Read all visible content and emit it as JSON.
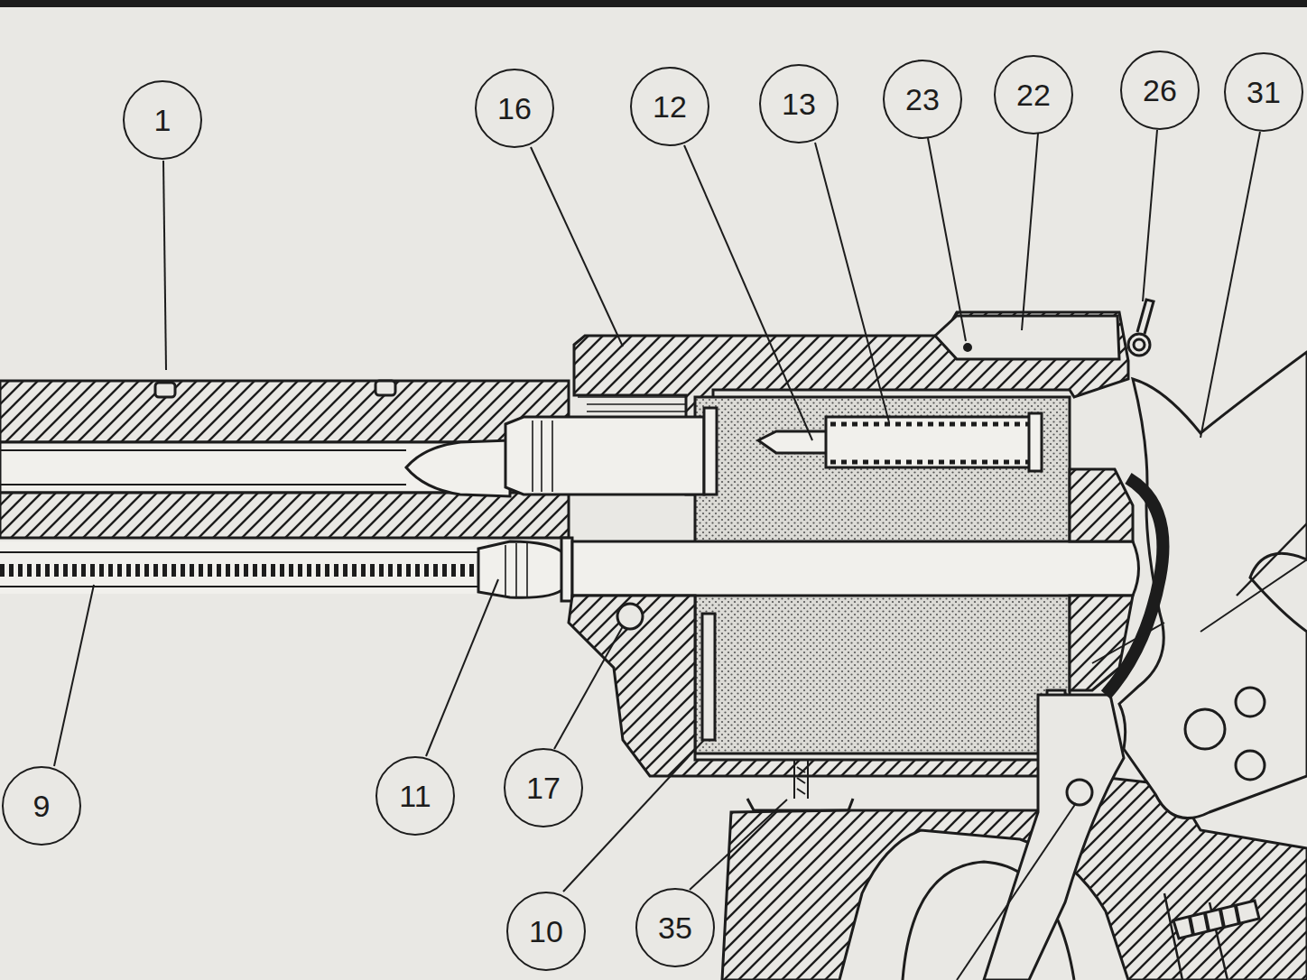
{
  "diagram": {
    "nodes": [
      {
        "text": [
          "1"
        ]
      },
      {
        "text": [
          "16"
        ]
      },
      {
        "text": [
          "12"
        ]
      },
      {
        "text": [
          "13"
        ]
      },
      {
        "text": [
          "23"
        ]
      },
      {
        "text": [
          "22"
        ]
      },
      {
        "text": [
          "26"
        ]
      },
      {
        "text": [
          "31"
        ]
      },
      {
        "text": [
          "9"
        ]
      },
      {
        "text": [
          "11"
        ]
      },
      {
        "text": [
          "17"
        ]
      },
      {
        "text": [
          "10"
        ]
      },
      {
        "text": [
          "35"
        ]
      }
    ]
  }
}
